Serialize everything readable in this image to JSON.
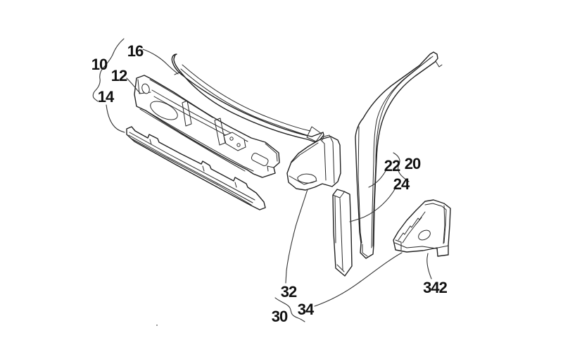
{
  "figure": {
    "background": "#ffffff",
    "line_color": "#222222",
    "label_color": "#111111",
    "labels": [
      {
        "text": "10"
      },
      {
        "text": "12"
      },
      {
        "text": "14"
      },
      {
        "text": "16"
      },
      {
        "text": "20"
      },
      {
        "text": "22"
      },
      {
        "text": "24"
      },
      {
        "text": "30"
      },
      {
        "text": "32"
      },
      {
        "text": "34"
      },
      {
        "text": "342"
      }
    ]
  }
}
